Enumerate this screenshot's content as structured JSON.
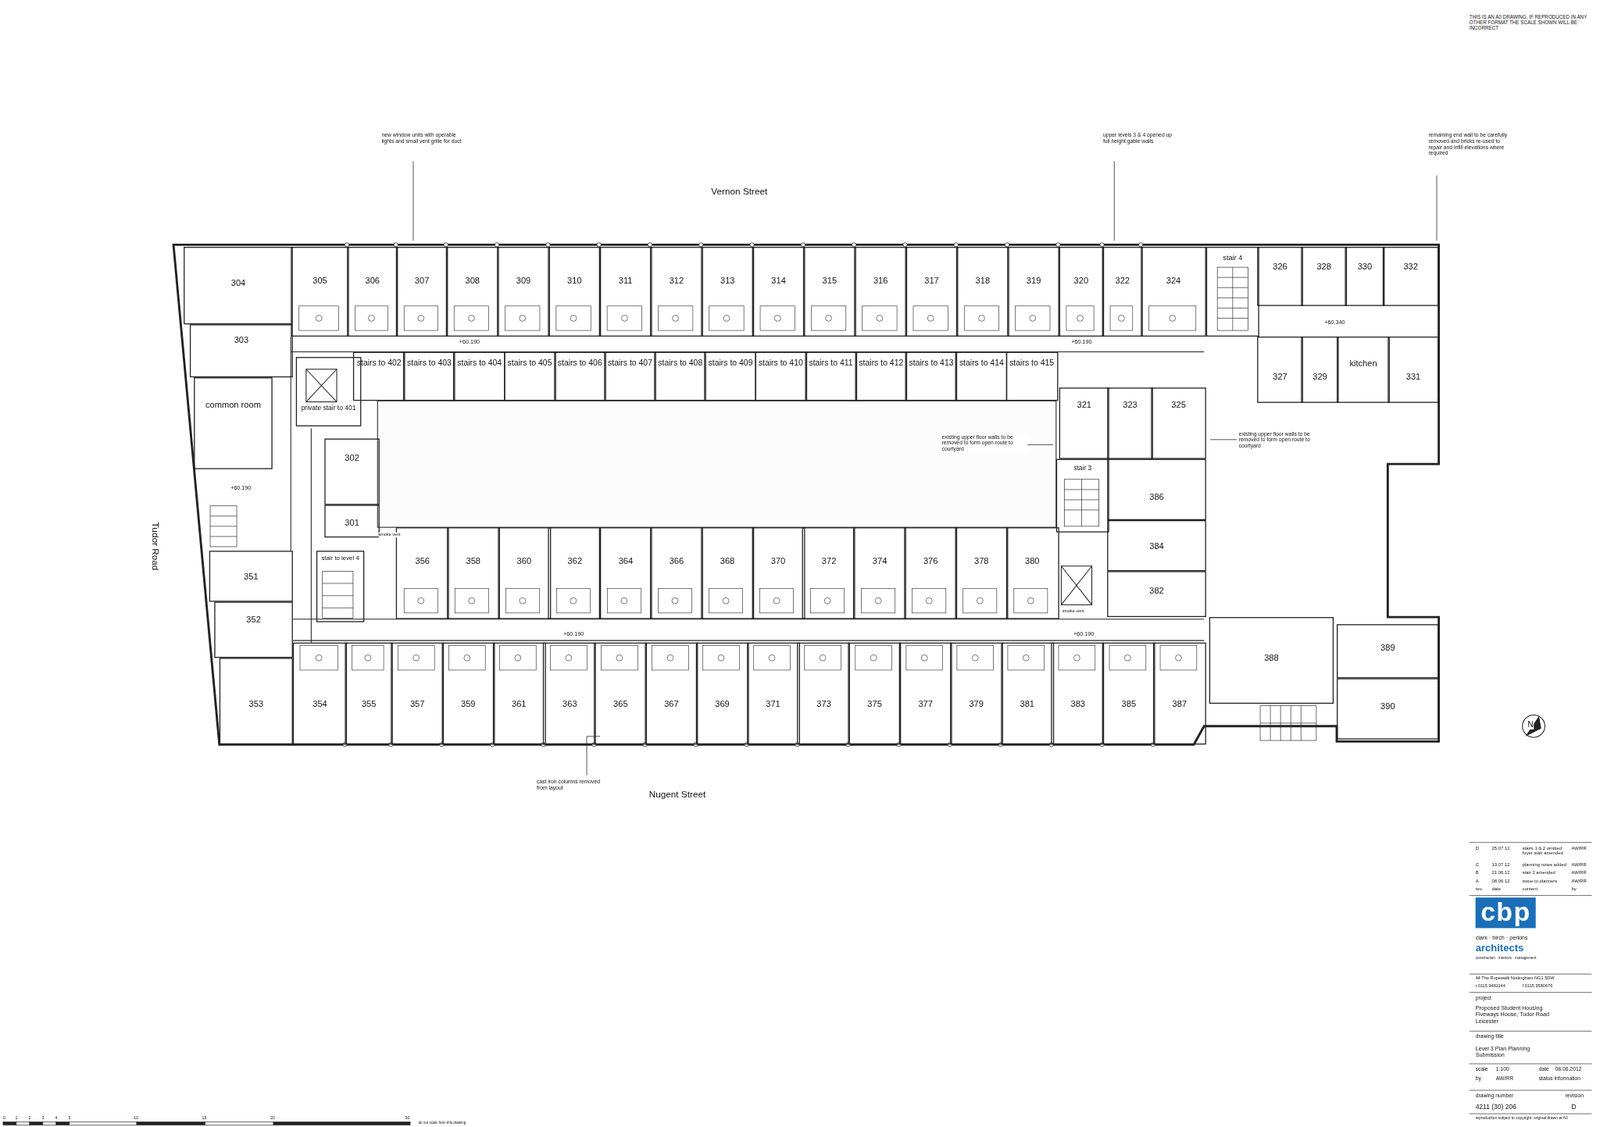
{
  "diagram": {
    "nodes": [
      {
        "text": [
          "305"
        ]
      },
      {
        "text": [
          "306"
        ]
      },
      {
        "text": [
          "307"
        ]
      },
      {
        "text": [
          "308"
        ]
      },
      {
        "text": [
          "309"
        ]
      },
      {
        "text": [
          "310"
        ]
      },
      {
        "text": [
          "311"
        ]
      },
      {
        "text": [
          "312"
        ]
      },
      {
        "text": [
          "313"
        ]
      },
      {
        "text": [
          "314"
        ]
      },
      {
        "text": [
          "315"
        ]
      },
      {
        "text": [
          "316"
        ]
      },
      {
        "text": [
          "317"
        ]
      },
      {
        "text": [
          "318"
        ]
      },
      {
        "text": [
          "319"
        ]
      },
      {
        "text": [
          "320"
        ]
      },
      {
        "text": [
          "322"
        ]
      },
      {
        "text": [
          "324"
        ]
      },
      {
        "text": [
          "stair 4"
        ]
      },
      {
        "text": [
          "326"
        ]
      },
      {
        "text": [
          "328"
        ]
      },
      {
        "text": [
          "330"
        ]
      },
      {
        "text": [
          "332"
        ]
      },
      {
        "text": [
          "327"
        ]
      },
      {
        "text": [
          "329"
        ]
      },
      {
        "text": [
          "kitchen"
        ]
      },
      {
        "text": [
          "331"
        ]
      },
      {
        "text": [
          "304"
        ]
      },
      {
        "text": [
          "303"
        ]
      },
      {
        "text": [
          "private stair to 401"
        ]
      },
      {
        "text": [
          "common room"
        ]
      },
      {
        "text": [
          "302"
        ]
      },
      {
        "text": [
          "301"
        ]
      },
      {
        "text": [
          "stairs to 402"
        ]
      },
      {
        "text": [
          "stairs to 403"
        ]
      },
      {
        "text": [
          "stairs to 404"
        ]
      },
      {
        "text": [
          "stairs to 405"
        ]
      },
      {
        "text": [
          "stairs to 406"
        ]
      },
      {
        "text": [
          "stairs to 407"
        ]
      },
      {
        "text": [
          "stairs to 408"
        ]
      },
      {
        "text": [
          "stairs to 409"
        ]
      },
      {
        "text": [
          "stairs to 410"
        ]
      },
      {
        "text": [
          "stairs to 411"
        ]
      },
      {
        "text": [
          "stairs to 412"
        ]
      },
      {
        "text": [
          "stairs to 413"
        ]
      },
      {
        "text": [
          "stairs to 414"
        ]
      },
      {
        "text": [
          "stairs to 415"
        ]
      },
      {
        "text": [
          "321"
        ]
      },
      {
        "text": [
          "323"
        ]
      },
      {
        "text": [
          "325"
        ]
      },
      {
        "text": [
          "stair 3"
        ]
      },
      {
        "text": [
          "386"
        ]
      },
      {
        "text": [
          "384"
        ]
      },
      {
        "text": [
          "382"
        ]
      },
      {
        "text": [
          "351"
        ]
      },
      {
        "text": [
          "stair to level 4"
        ]
      },
      {
        "text": [
          "352"
        ]
      },
      {
        "text": [
          "353"
        ]
      },
      {
        "text": [
          "356"
        ]
      },
      {
        "text": [
          "358"
        ]
      },
      {
        "text": [
          "360"
        ]
      },
      {
        "text": [
          "362"
        ]
      },
      {
        "text": [
          "364"
        ]
      },
      {
        "text": [
          "366"
        ]
      },
      {
        "text": [
          "368"
        ]
      },
      {
        "text": [
          "370"
        ]
      },
      {
        "text": [
          "372"
        ]
      },
      {
        "text": [
          "374"
        ]
      },
      {
        "text": [
          "376"
        ]
      },
      {
        "text": [
          "378"
        ]
      },
      {
        "text": [
          "380"
        ]
      },
      {
        "text": [
          "388"
        ]
      },
      {
        "text": [
          "389"
        ]
      },
      {
        "text": [
          "390"
        ]
      },
      {
        "text": [
          "354"
        ]
      },
      {
        "text": [
          "355"
        ]
      },
      {
        "text": [
          "357"
        ]
      },
      {
        "text": [
          "359"
        ]
      },
      {
        "text": [
          "361"
        ]
      },
      {
        "text": [
          "363"
        ]
      },
      {
        "text": [
          "365"
        ]
      },
      {
        "text": [
          "367"
        ]
      },
      {
        "text": [
          "369"
        ]
      },
      {
        "text": [
          "371"
        ]
      },
      {
        "text": [
          "373"
        ]
      },
      {
        "text": [
          "375"
        ]
      },
      {
        "text": [
          "377"
        ]
      },
      {
        "text": [
          "379"
        ]
      },
      {
        "text": [
          "381"
        ]
      },
      {
        "text": [
          "383"
        ]
      },
      {
        "text": [
          "385"
        ]
      },
      {
        "text": [
          "387"
        ]
      }
    ],
    "labels": [
      "THIS IS AN A0 DRAWING, IF REPRODUCED IN ANY OTHER FORMAT THE SCALE SHOWN WILL BE INCORRECT",
      "new window units with operable lights and small vent grille for duct",
      "upper levels 3 & 4 opened up full height gable walls",
      "remaining end wall to be carefully removed and bricks re-used to repair and infill elevations where required",
      "Vernon Street",
      "Nugent Street",
      "Tudor Road",
      "+60.190",
      "+60.190",
      "+60.340",
      "+60.190",
      "+60.190",
      "+60.190",
      "existing upper floor walls to be removed to form open route to courtyard",
      "existing upper floor walls to be removed to form open route to courtyard",
      "smoke vent",
      "smoke vent",
      "cast iron columns removed from layout",
      "N",
      "D",
      "25.07.12",
      "stairs 1 & 2 omitted foyer stair amended",
      "AW/RR",
      "C",
      "13.07.12",
      "planning notes added",
      "AW/RR",
      "B",
      "21.06.12",
      "stair 2 amended",
      "AW/RR",
      "A",
      "08.06.12",
      "issue to planners",
      "AW/RR",
      "rev.",
      "date",
      "content",
      "by",
      "cbp",
      "clark · birch · perkins",
      "architects",
      "construction · interiors · management",
      "44 The Ropewalk  Nottingham  NG1 5DW",
      "t 0115 9481144",
      "f 0115 9580676",
      "project",
      "Proposed Student Housing Fiveways House, Tudor Road Leicester",
      "drawing title",
      "Level 3 Plan Planning Submission",
      "scale",
      "1:100",
      "date",
      "08.06.2012",
      "by",
      "AW/RR",
      "status information",
      "drawing number",
      "revision",
      "4211 (30) 206",
      "D",
      "reproduction subject to copyright. original drawn at A0",
      "0",
      "1",
      "2",
      "3",
      "4",
      "5",
      "10",
      "15",
      "20",
      "30",
      "do not scale from this drawing"
    ]
  }
}
